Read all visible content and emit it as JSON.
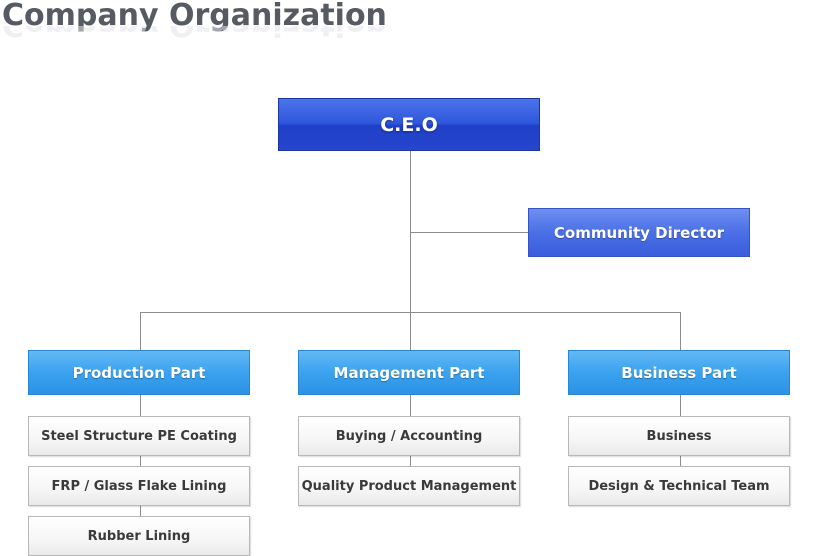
{
  "title": "Company Organization",
  "ceo": "C.E.O",
  "director": "Community Director",
  "parts": [
    {
      "label": "Production Part",
      "teams": [
        "Steel Structure PE Coating",
        "FRP / Glass Flake Lining",
        "Rubber Lining"
      ]
    },
    {
      "label": "Management Part",
      "teams": [
        "Buying / Accounting",
        "Quality Product Management"
      ]
    },
    {
      "label": "Business Part",
      "teams": [
        "Business",
        "Design & Technical Team"
      ]
    }
  ]
}
